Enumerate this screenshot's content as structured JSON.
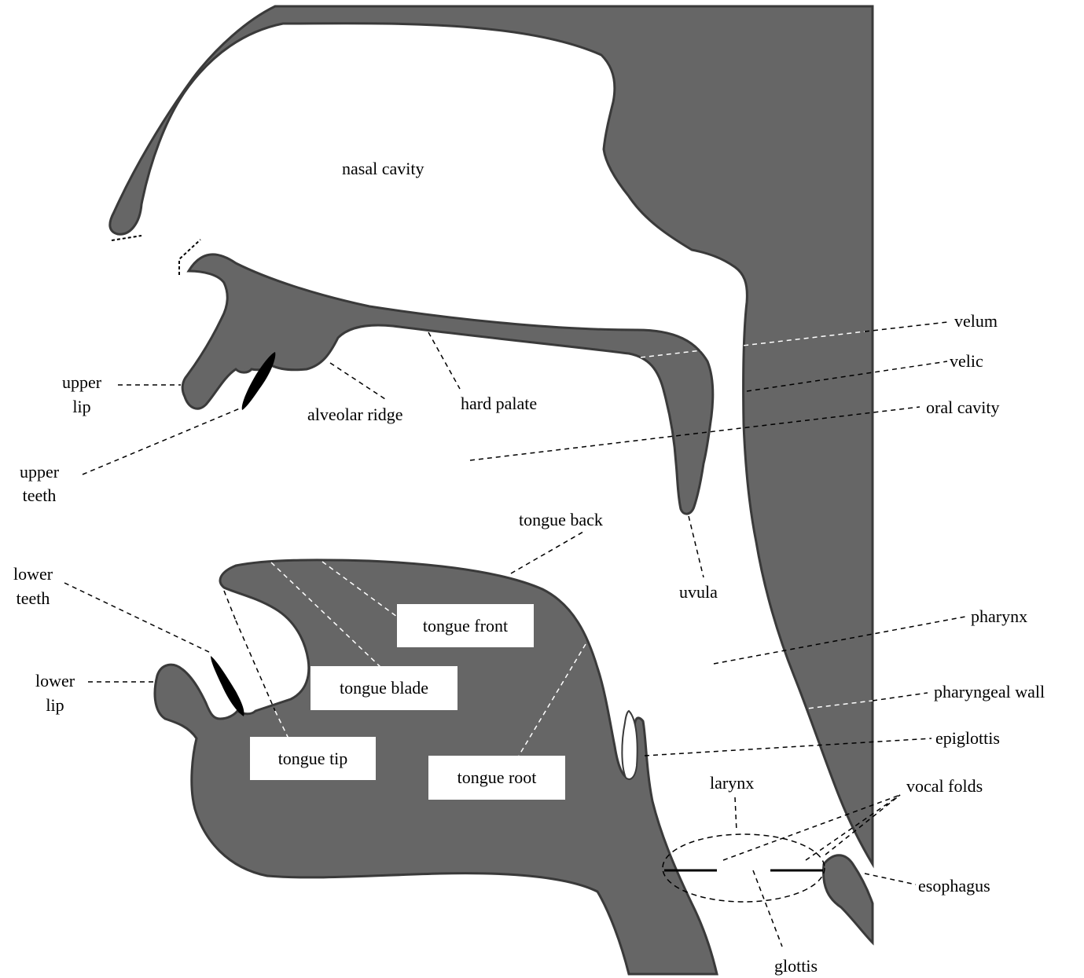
{
  "colors": {
    "tissue": "#666666",
    "outline": "#3a3a3a",
    "background": "#ffffff",
    "leader": "#000000"
  },
  "labels": {
    "nasal_cavity": "nasal cavity",
    "upper_lip_1": "upper",
    "upper_lip_2": "lip",
    "alveolar_ridge": "alveolar ridge",
    "hard_palate": "hard palate",
    "upper_teeth_1": "upper",
    "upper_teeth_2": "teeth",
    "velum": "velum",
    "velic": "velic",
    "oral_cavity": "oral cavity",
    "uvula": "uvula",
    "tongue_back": "tongue back",
    "lower_teeth_1": "lower",
    "lower_teeth_2": "teeth",
    "lower_lip_1": "lower",
    "lower_lip_2": "lip",
    "tongue_front": "tongue front",
    "tongue_blade": "tongue blade",
    "tongue_tip": "tongue tip",
    "tongue_root": "tongue root",
    "pharynx": "pharynx",
    "pharyngeal_wall": "pharyngeal wall",
    "epiglottis": "epiglottis",
    "larynx": "larynx",
    "vocal_folds": "vocal folds",
    "esophagus": "esophagus",
    "glottis": "glottis"
  }
}
